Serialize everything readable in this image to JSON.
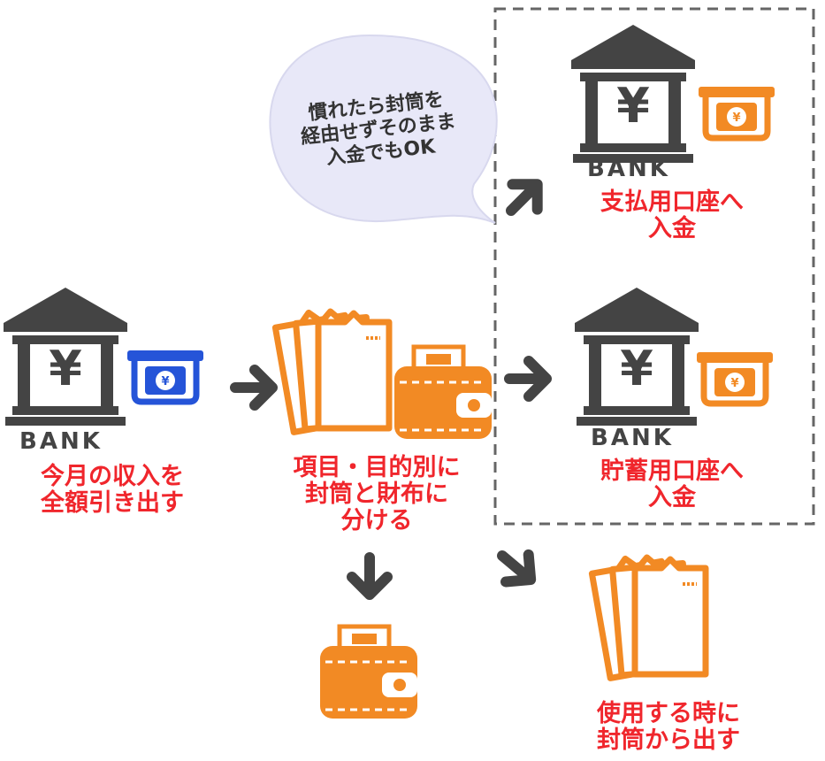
{
  "speech_bubble": {
    "lines": [
      "慣れたら封筒を",
      "経由せずそのまま",
      "入金でもOK"
    ]
  },
  "steps": {
    "withdraw": {
      "lines": [
        "今月の収入を",
        "全額引き出す"
      ],
      "bank_label": "BANK"
    },
    "split": {
      "lines": [
        "項目・目的別に",
        "封筒と財布に",
        "分ける"
      ]
    },
    "payment_account": {
      "lines": [
        "支払用口座へ",
        "入金"
      ],
      "bank_label": "BANK"
    },
    "savings_account": {
      "lines": [
        "貯蓄用口座へ",
        "入金"
      ],
      "bank_label": "BANK"
    },
    "use_envelope": {
      "lines": [
        "使用する時に",
        "封筒から出す"
      ]
    }
  },
  "icons": {
    "bank": "bank-icon",
    "atm": "atm-icon",
    "envelope": "envelope-stack-icon",
    "wallet": "wallet-icon",
    "arrow": "arrow-icon",
    "yen_symbol": "¥"
  },
  "colors": {
    "gray": "#444444",
    "orange": "#f28a24",
    "blue": "#2554d8",
    "red": "#f0262c",
    "bubble": "#e8e8f8",
    "dashed": "#666666"
  }
}
